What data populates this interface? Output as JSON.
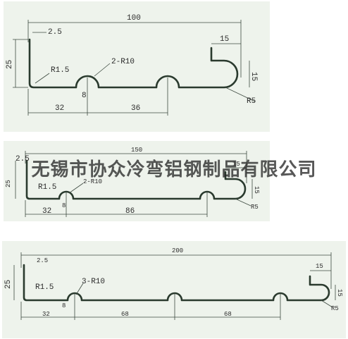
{
  "watermark": "无锡市协众冷弯铝钢制品有限公司",
  "drawings": [
    {
      "overall_width": "100",
      "lip": "2.5",
      "height": "25",
      "bend_radius": "R1.5",
      "rib_radius": "2-R10",
      "rib_depth": "8",
      "spacing_left": "32",
      "spacing_mid": "36",
      "hook_width": "15",
      "hook_height": "15",
      "hook_radius": "R5"
    },
    {
      "overall_width": "150",
      "lip": "2.5",
      "height": "25",
      "bend_radius": "R1.5",
      "rib_radius": "2-R10",
      "rib_depth": "8",
      "spacing_left": "32",
      "spacing_mid": "86",
      "hook_width": "15",
      "hook_height": "15",
      "hook_radius": "R5"
    },
    {
      "overall_width": "200",
      "lip": "2.5",
      "height": "25",
      "bend_radius": "R1.5",
      "rib_radius": "3-R10",
      "rib_depth": "8",
      "spacing_left": "32",
      "spacing_mid_1": "68",
      "spacing_mid_2": "68",
      "hook_width": "15",
      "hook_height": "15",
      "hook_radius": "R5"
    }
  ]
}
